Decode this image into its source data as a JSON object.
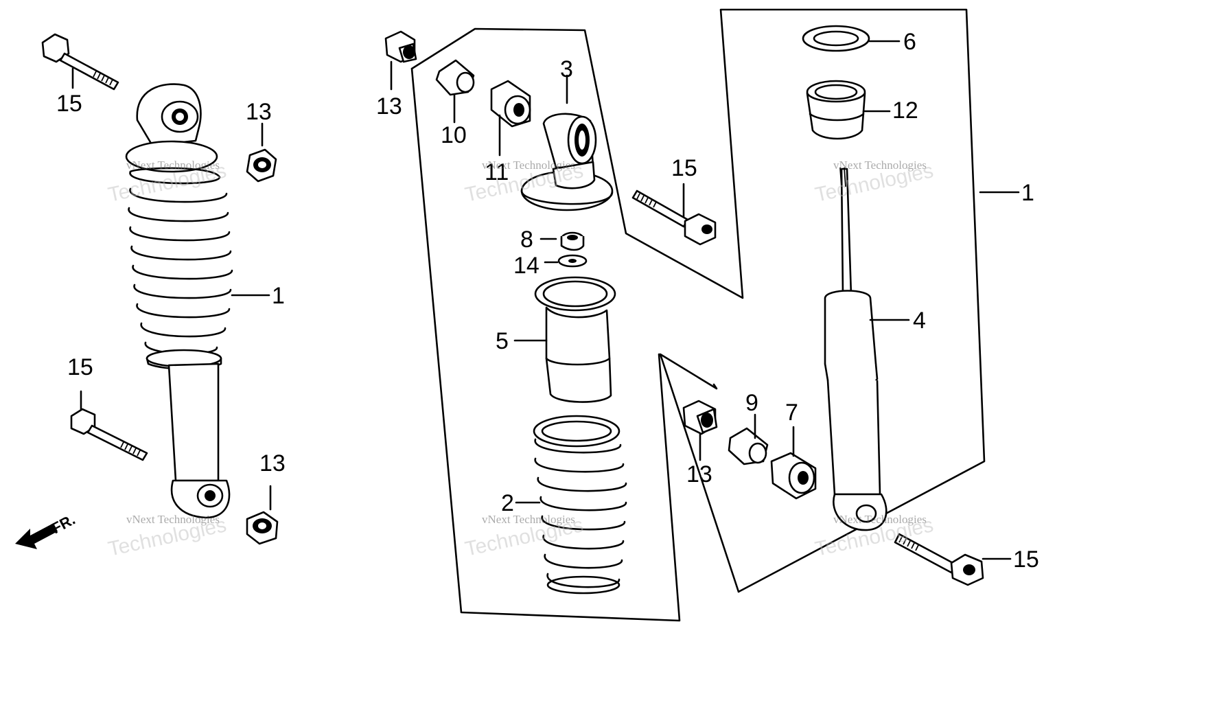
{
  "callouts": {
    "c1a": "1",
    "c1b": "1",
    "c2": "2",
    "c3": "3",
    "c4": "4",
    "c5": "5",
    "c6": "6",
    "c7": "7",
    "c8": "8",
    "c9": "9",
    "c10": "10",
    "c11": "11",
    "c12": "12",
    "c13a": "13",
    "c13b": "13",
    "c13c": "13",
    "c13d": "13",
    "c14": "14",
    "c15a": "15",
    "c15b": "15",
    "c15c": "15",
    "c15d": "15"
  },
  "front_indicator": "FR.",
  "watermark": {
    "line1": "vNext Technologies",
    "line2": "Technologies"
  },
  "icons": [
    "bolt-icon",
    "nut-icon",
    "spring-icon",
    "shock-absorber-icon",
    "arrow-front-icon"
  ]
}
